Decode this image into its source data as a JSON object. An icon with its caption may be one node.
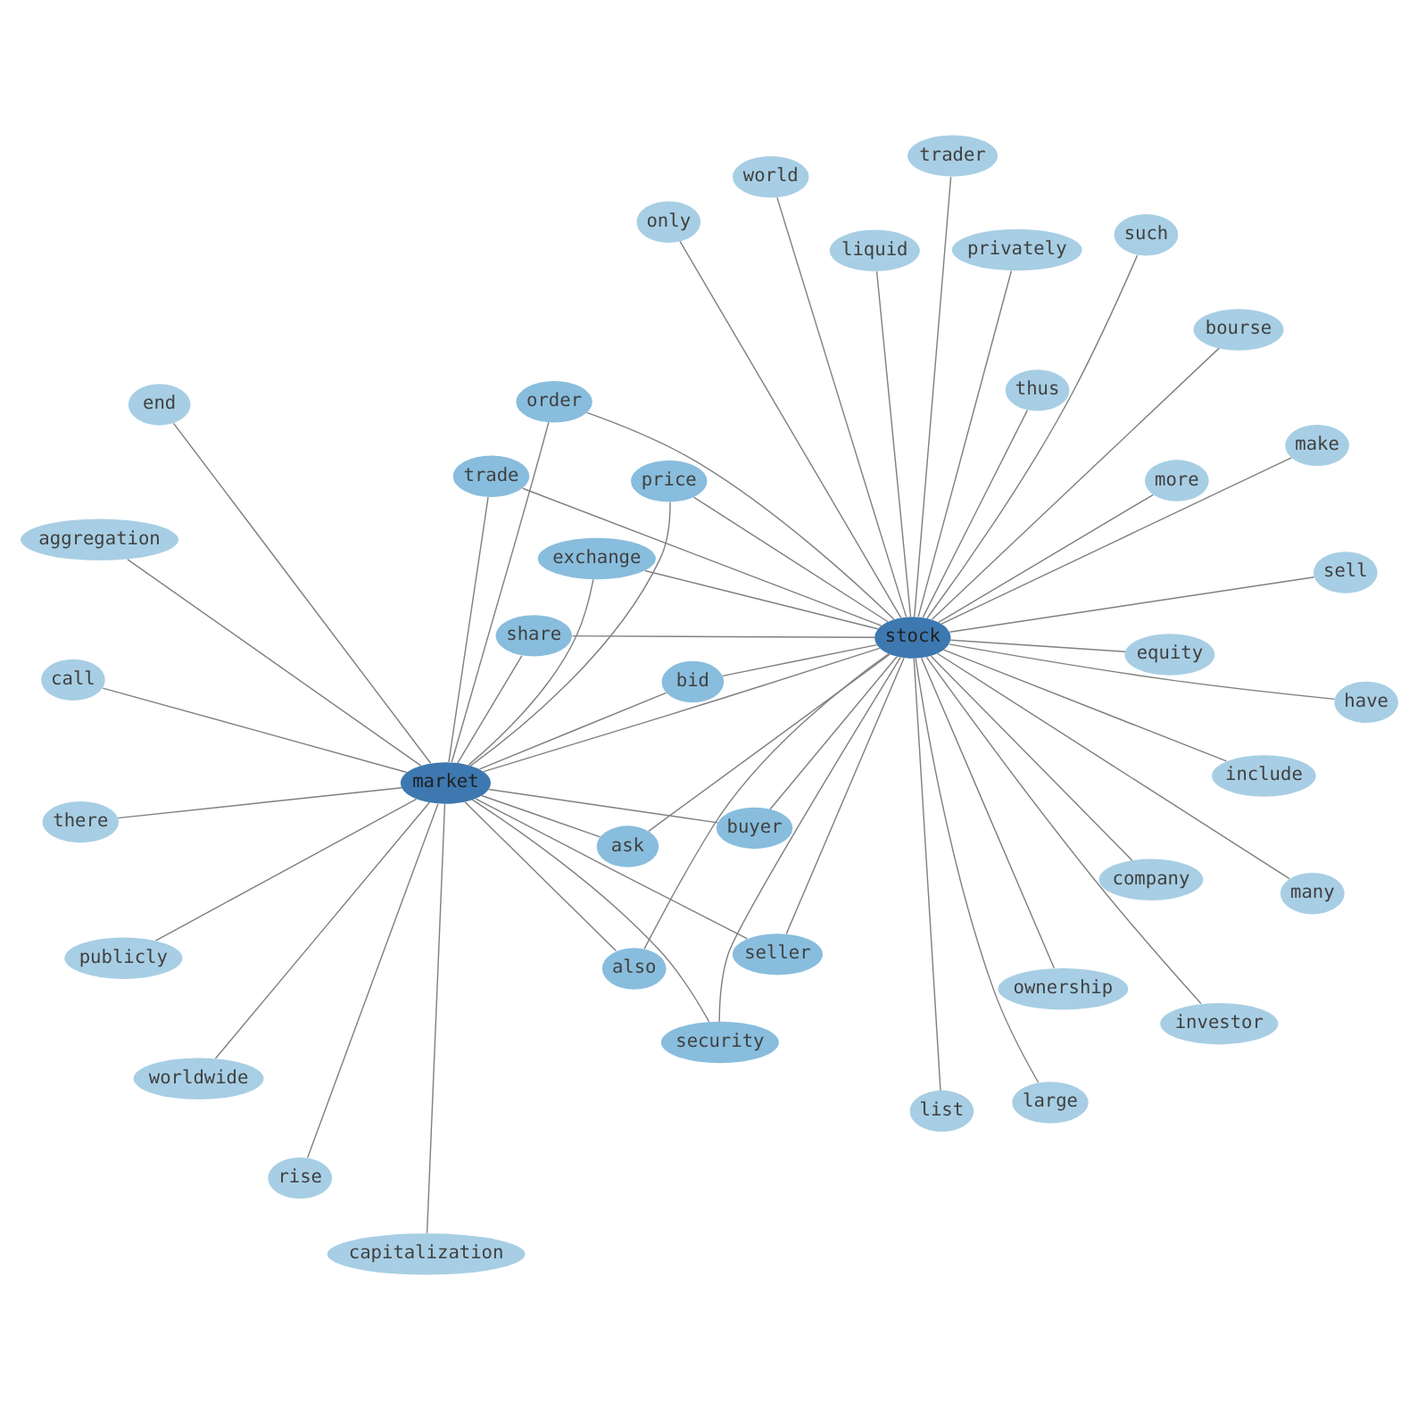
{
  "diagram": {
    "nodes": [
      {
        "text": [
          "end"
        ]
      },
      {
        "text": [
          "worldwide"
        ]
      },
      {
        "text": [
          "rise"
        ]
      },
      {
        "text": [
          "there"
        ]
      },
      {
        "text": [
          "aggregation"
        ]
      },
      {
        "text": [
          "publicly"
        ]
      },
      {
        "text": [
          "capitalization"
        ]
      },
      {
        "text": [
          "call"
        ]
      },
      {
        "text": [
          "ask"
        ]
      },
      {
        "text": [
          "market"
        ]
      },
      {
        "text": [
          "buyer"
        ]
      },
      {
        "text": [
          "bid"
        ]
      },
      {
        "text": [
          "seller"
        ]
      },
      {
        "text": [
          "sell"
        ]
      },
      {
        "text": [
          "security"
        ]
      },
      {
        "text": [
          "order"
        ]
      },
      {
        "text": [
          "privately"
        ]
      },
      {
        "text": [
          "liquid"
        ]
      },
      {
        "text": [
          "price"
        ]
      },
      {
        "text": [
          "share"
        ]
      },
      {
        "text": [
          "exchange"
        ]
      },
      {
        "text": [
          "trade"
        ]
      },
      {
        "text": [
          "also"
        ]
      },
      {
        "text": [
          "trader"
        ]
      },
      {
        "text": [
          "stock"
        ]
      },
      {
        "text": [
          "such"
        ]
      },
      {
        "text": [
          "investor"
        ]
      },
      {
        "text": [
          "only"
        ]
      },
      {
        "text": [
          "more"
        ]
      },
      {
        "text": [
          "make"
        ]
      },
      {
        "text": [
          "bourse"
        ]
      },
      {
        "text": [
          "thus"
        ]
      },
      {
        "text": [
          "ownership"
        ]
      },
      {
        "text": [
          "large"
        ]
      },
      {
        "text": [
          "company"
        ]
      },
      {
        "text": [
          "many"
        ]
      },
      {
        "text": [
          "equity"
        ]
      },
      {
        "text": [
          "list"
        ]
      },
      {
        "text": [
          "have"
        ]
      },
      {
        "text": [
          "world"
        ]
      },
      {
        "text": [
          "include"
        ]
      }
    ],
    "edges": [
      {
        "from": 24,
        "to": 9,
        "arrow": "none"
      },
      {
        "from": 9,
        "to": 0,
        "arrow": "none"
      },
      {
        "from": 9,
        "to": 1,
        "arrow": "none"
      },
      {
        "from": 9,
        "to": 2,
        "arrow": "none"
      },
      {
        "from": 9,
        "to": 3,
        "arrow": "none"
      },
      {
        "from": 9,
        "to": 4,
        "arrow": "none"
      },
      {
        "from": 9,
        "to": 5,
        "arrow": "none"
      },
      {
        "from": 9,
        "to": 6,
        "arrow": "none"
      },
      {
        "from": 9,
        "to": 7,
        "arrow": "none"
      },
      {
        "from": 9,
        "to": 8,
        "arrow": "none"
      },
      {
        "from": 9,
        "to": 10,
        "arrow": "none"
      },
      {
        "from": 9,
        "to": 11,
        "arrow": "none"
      },
      {
        "from": 9,
        "to": 12,
        "arrow": "none"
      },
      {
        "from": 9,
        "to": 14,
        "arrow": "none"
      },
      {
        "from": 9,
        "to": 15,
        "arrow": "none"
      },
      {
        "from": 9,
        "to": 18,
        "arrow": "none"
      },
      {
        "from": 9,
        "to": 19,
        "arrow": "none"
      },
      {
        "from": 9,
        "to": 20,
        "arrow": "none"
      },
      {
        "from": 9,
        "to": 21,
        "arrow": "none"
      },
      {
        "from": 9,
        "to": 22,
        "arrow": "none"
      },
      {
        "from": 24,
        "to": 8,
        "arrow": "none"
      },
      {
        "from": 24,
        "to": 10,
        "arrow": "none"
      },
      {
        "from": 24,
        "to": 11,
        "arrow": "none"
      },
      {
        "from": 24,
        "to": 12,
        "arrow": "none"
      },
      {
        "from": 24,
        "to": 13,
        "arrow": "none"
      },
      {
        "from": 24,
        "to": 14,
        "arrow": "none"
      },
      {
        "from": 24,
        "to": 15,
        "arrow": "none"
      },
      {
        "from": 24,
        "to": 16,
        "arrow": "none"
      },
      {
        "from": 24,
        "to": 17,
        "arrow": "none"
      },
      {
        "from": 24,
        "to": 18,
        "arrow": "none"
      },
      {
        "from": 24,
        "to": 19,
        "arrow": "none"
      },
      {
        "from": 24,
        "to": 20,
        "arrow": "none"
      },
      {
        "from": 24,
        "to": 21,
        "arrow": "none"
      },
      {
        "from": 24,
        "to": 22,
        "arrow": "none"
      },
      {
        "from": 24,
        "to": 23,
        "arrow": "none"
      },
      {
        "from": 24,
        "to": 25,
        "arrow": "none"
      },
      {
        "from": 24,
        "to": 26,
        "arrow": "none"
      },
      {
        "from": 24,
        "to": 27,
        "arrow": "none"
      },
      {
        "from": 24,
        "to": 28,
        "arrow": "none"
      },
      {
        "from": 24,
        "to": 29,
        "arrow": "none"
      },
      {
        "from": 24,
        "to": 30,
        "arrow": "none"
      },
      {
        "from": 24,
        "to": 31,
        "arrow": "none"
      },
      {
        "from": 24,
        "to": 32,
        "arrow": "none"
      },
      {
        "from": 24,
        "to": 33,
        "arrow": "none"
      },
      {
        "from": 24,
        "to": 34,
        "arrow": "none"
      },
      {
        "from": 24,
        "to": 35,
        "arrow": "none"
      },
      {
        "from": 24,
        "to": 36,
        "arrow": "none"
      },
      {
        "from": 24,
        "to": 37,
        "arrow": "none"
      },
      {
        "from": 24,
        "to": 38,
        "arrow": "none"
      },
      {
        "from": 24,
        "to": 39,
        "arrow": "none"
      },
      {
        "from": 24,
        "to": 40,
        "arrow": "none"
      }
    ]
  }
}
